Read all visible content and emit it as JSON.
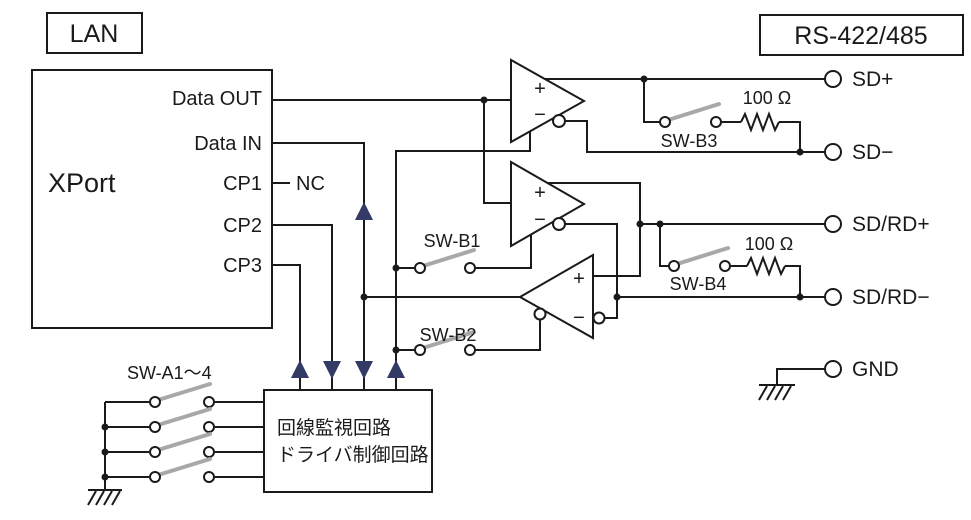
{
  "labels": {
    "lan": "LAN",
    "rs": "RS-422/485",
    "xport": "XPort",
    "nc": "NC",
    "plus": "+",
    "minus": "−"
  },
  "xport_pins": {
    "data_out": "Data OUT",
    "data_in": "Data IN",
    "cp1": "CP1",
    "cp2": "CP2",
    "cp3": "CP3"
  },
  "terminals": {
    "sd_plus": "SD+",
    "sd_minus": "SD−",
    "sdrd_plus": "SD/RD+",
    "sdrd_minus": "SD/RD−",
    "gnd": "GND"
  },
  "switches": {
    "b1": "SW-B1",
    "b2": "SW-B2",
    "b3": "SW-B3",
    "b4": "SW-B4",
    "a_group": "SW-A1～4"
  },
  "resistors": {
    "r1": "100 Ω",
    "r2": "100 Ω"
  },
  "control_box": {
    "line1": "回線監視回路",
    "line2": "ドライバ制御回路"
  },
  "colors": {
    "line": "#1a1a1a",
    "blade": "#a8a8a8",
    "arrow": "#333a66",
    "background": "#ffffff"
  }
}
